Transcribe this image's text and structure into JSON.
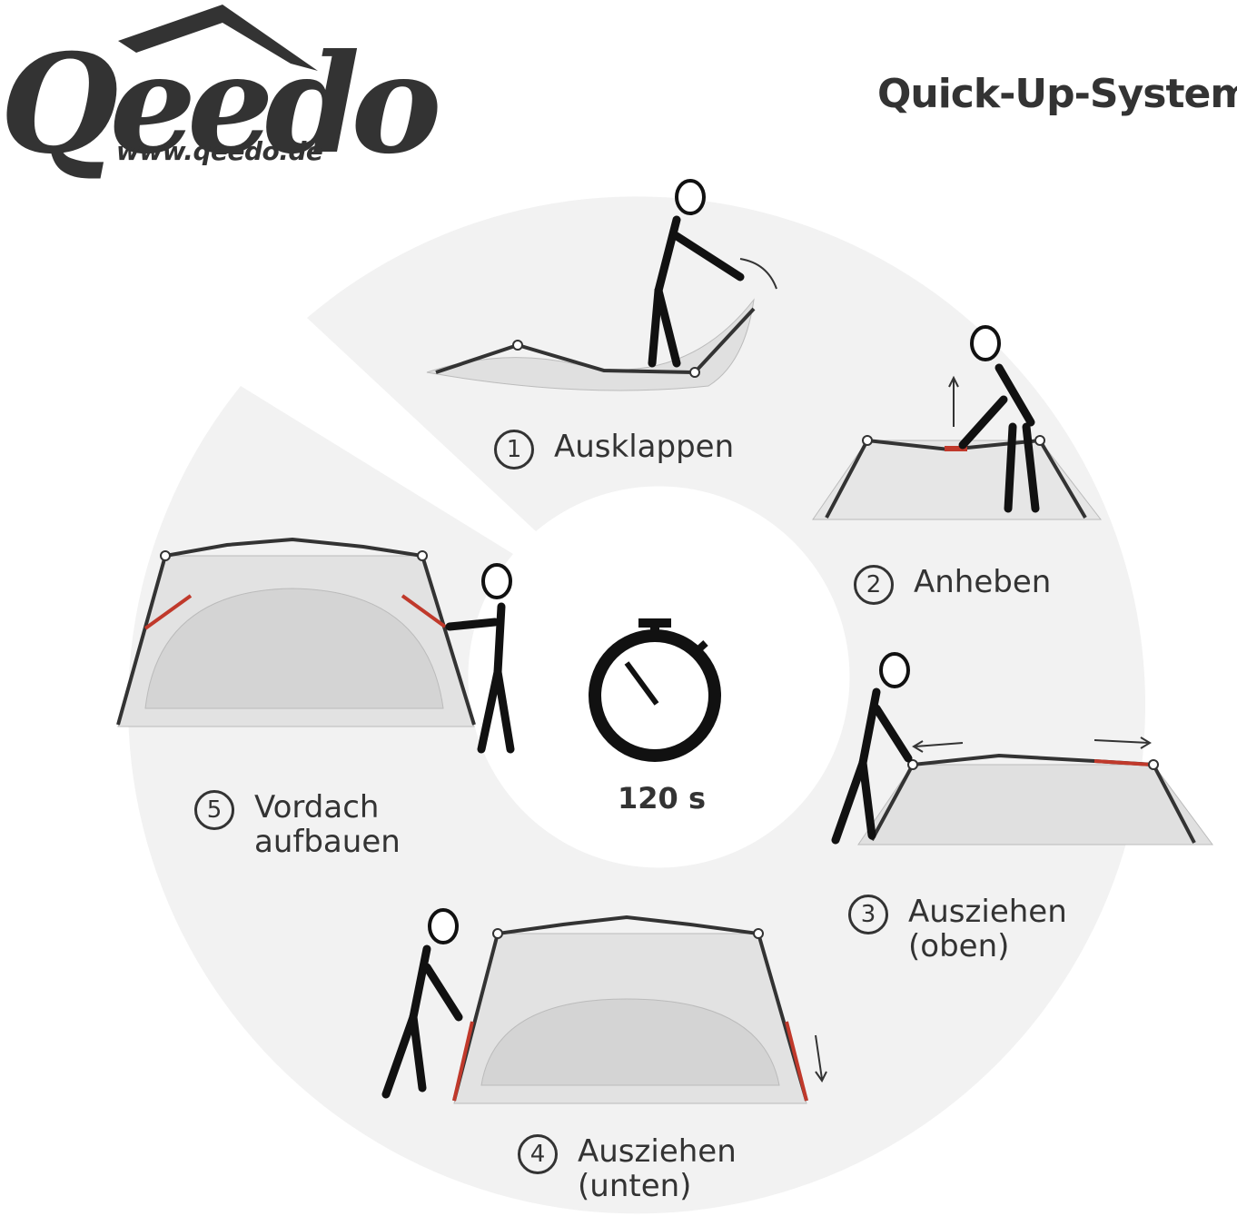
{
  "brand": {
    "name": "Qeedo",
    "url": "www.qeedo.de"
  },
  "title": "Quick-Up-System",
  "timer": {
    "label": "120 s"
  },
  "steps": [
    {
      "number": "1",
      "lines": [
        "Ausklappen"
      ]
    },
    {
      "number": "2",
      "lines": [
        "Anheben"
      ]
    },
    {
      "number": "3",
      "lines": [
        "Ausziehen",
        "(oben)"
      ]
    },
    {
      "number": "4",
      "lines": [
        "Ausziehen",
        "(unten)"
      ]
    },
    {
      "number": "5",
      "lines": [
        "Vordach",
        "aufbauen"
      ]
    }
  ],
  "colors": {
    "ink": "#333333",
    "ring": "#f2f2f2",
    "tent_fill": "#e0e0e0",
    "pole_accent": "#c0392b"
  },
  "icons": [
    "stopwatch-icon",
    "stick-figure-icon",
    "tent-frame-icon",
    "arrow-icon"
  ]
}
